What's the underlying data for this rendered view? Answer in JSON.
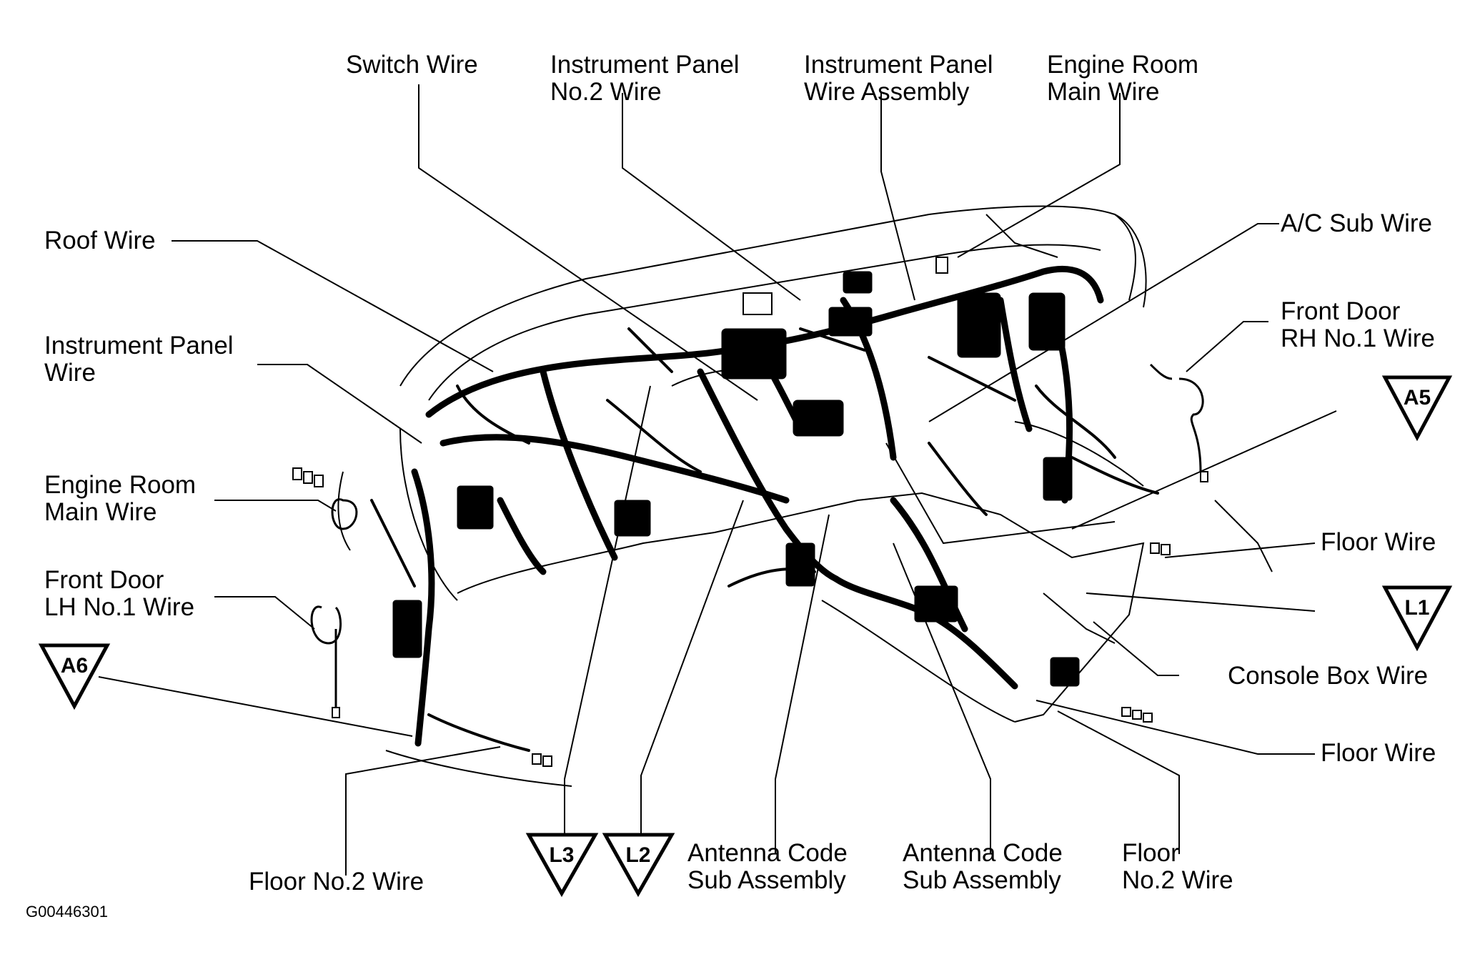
{
  "labels": {
    "switch_wire": [
      "Switch Wire"
    ],
    "ip_no2_wire": [
      "Instrument Panel",
      "No.2 Wire"
    ],
    "ip_wire_assembly": [
      "Instrument Panel",
      "Wire Assembly"
    ],
    "engine_room_main_wire_top": [
      "Engine Room",
      "Main Wire"
    ],
    "roof_wire": [
      "Roof Wire"
    ],
    "ac_sub_wire": [
      "A/C Sub Wire"
    ],
    "ip_wire": [
      "Instrument Panel",
      "Wire"
    ],
    "front_door_rh_no1_wire": [
      "Front Door",
      "RH No.1 Wire"
    ],
    "engine_room_main_wire_left": [
      "Engine Room",
      "Main Wire"
    ],
    "floor_wire_upper": [
      "Floor Wire"
    ],
    "front_door_lh_no1_wire": [
      "Front Door",
      "LH No.1 Wire"
    ],
    "console_box_wire": [
      "Console Box Wire"
    ],
    "floor_wire_lower": [
      "Floor Wire"
    ],
    "floor_no2_wire_left": [
      "Floor No.2 Wire"
    ],
    "antenna_code_sub_assembly_1": [
      "Antenna Code",
      "Sub Assembly"
    ],
    "antenna_code_sub_assembly_2": [
      "Antenna Code",
      "Sub Assembly"
    ],
    "floor_no2_wire_right": [
      "Floor",
      "No.2 Wire"
    ]
  },
  "connector_markers": {
    "a5": "A5",
    "a6": "A6",
    "l1": "L1",
    "l2": "L2",
    "l3": "L3"
  },
  "figure_id": "G00446301"
}
